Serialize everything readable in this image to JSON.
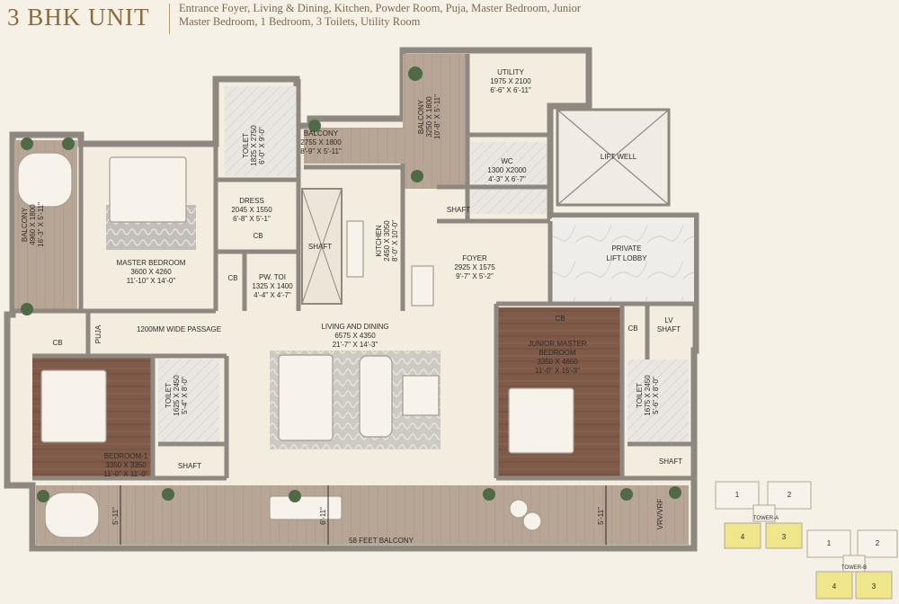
{
  "header": {
    "title": "3 BHK UNIT",
    "description": "Entrance Foyer, Living & Dining, Kitchen, Powder Room, Puja, Master Bedroom, Junior Master Bedroom, 1 Bedroom, 3 Toilets, Utility Room"
  },
  "rooms": {
    "utility": {
      "name": "UTILITY",
      "mm": "1975 X 2100",
      "ft": "6'-6\" X 6'-11\""
    },
    "balcony_top": {
      "name": "BALCONY",
      "mm": "2755 X 1800",
      "ft": "8'-9\" X 5'-11\""
    },
    "balcony_kitchen": {
      "name": "BALCONY",
      "mm": "3250 X 1800",
      "ft": "10'-8\" X 5'-11\""
    },
    "toilet_master": {
      "name": "TOILET",
      "mm": "1825 X 2750",
      "ft": "6'-0\" X 9'-0\""
    },
    "wc": {
      "name": "WC",
      "mm": "1300 X2000",
      "ft": "4'-3\" X 6'-7\""
    },
    "lift_well": {
      "name": "LIFT WELL"
    },
    "dress": {
      "name": "DRESS",
      "mm": "2045 X 1550",
      "ft": "6'-8\" X 5'-1\""
    },
    "balcony_left": {
      "name": "BALCONY",
      "mm": "4960 X 1800",
      "ft": "16'-3\" X 5'-11\""
    },
    "shaft_kitchen": {
      "name": "SHAFT"
    },
    "shaft_mid": {
      "name": "SHAFT"
    },
    "kitchen": {
      "name": "KITCHEN",
      "mm": "2450 X 3050",
      "ft": "8'-0\" X 10'-0\""
    },
    "private_lobby": {
      "name": "PRIVATE",
      "name2": "LIFT LOBBY"
    },
    "master_bedroom": {
      "name": "MASTER BEDROOM",
      "mm": "3600 X 4260",
      "ft": "11'-10\" X 14'-0\""
    },
    "pw_toi": {
      "name": "PW. TOI",
      "mm": "1325 X 1400",
      "ft": "4'-4\" X 4'-7\""
    },
    "foyer": {
      "name": "FOYER",
      "mm": "2925 X 1575",
      "ft": "9'-7\" X 5'-2\""
    },
    "passage": "1200MM WIDE PASSAGE",
    "puja": "PUJA",
    "living": {
      "name": "LIVING AND DINING",
      "mm": "6575 X 4350",
      "ft": "21'-7\" X 14'-3\""
    },
    "junior_master": {
      "name": "JUNIOR MASTER",
      "name2": "BEDROOM",
      "mm": "3350 X 4650",
      "ft": "11'-0\" X 15'-3\""
    },
    "lv_shaft": {
      "name": "LV",
      "name2": "SHAFT"
    },
    "toilet_bed1": {
      "name": "TOILET",
      "mm": "1625 X 2450",
      "ft": "5'-4\" X 8'-0\""
    },
    "toilet_junior": {
      "name": "TOILET",
      "mm": "1675 X 2450",
      "ft": "5'-6\" X 8'-0\""
    },
    "bedroom1": {
      "name": "BEDROOM-1",
      "mm": "3350 X 3350",
      "ft": "11'-0\" X 11'-0\""
    },
    "shaft_bed1": {
      "name": "SHAFT"
    },
    "shaft_junior": {
      "name": "SHAFT"
    },
    "cb_dress": "CB",
    "cb_pw": "CB",
    "cb_bed1": "CB",
    "cb_junior": "CB",
    "cb_junior2": "CB",
    "long_balcony": "58 FEET BALCONY",
    "vrv": "VRV/VRF",
    "dim_left": "5'-11\"",
    "dim_mid": "6'-11\"",
    "dim_right": "5'-11\""
  },
  "key_plan": {
    "tower_a": {
      "label": "TOWER-A",
      "units": [
        "1",
        "2",
        "4",
        "3"
      ]
    },
    "tower_b": {
      "label": "TOWER-B",
      "units": [
        "1",
        "2",
        "4",
        "3"
      ]
    }
  },
  "colors": {
    "wall": "#8f8880",
    "floor_light": "#f3ede0",
    "wood": "#7f5a48",
    "deck": "#b3a191",
    "marble": "#e8e6e4",
    "highlight": "#efe58a"
  }
}
